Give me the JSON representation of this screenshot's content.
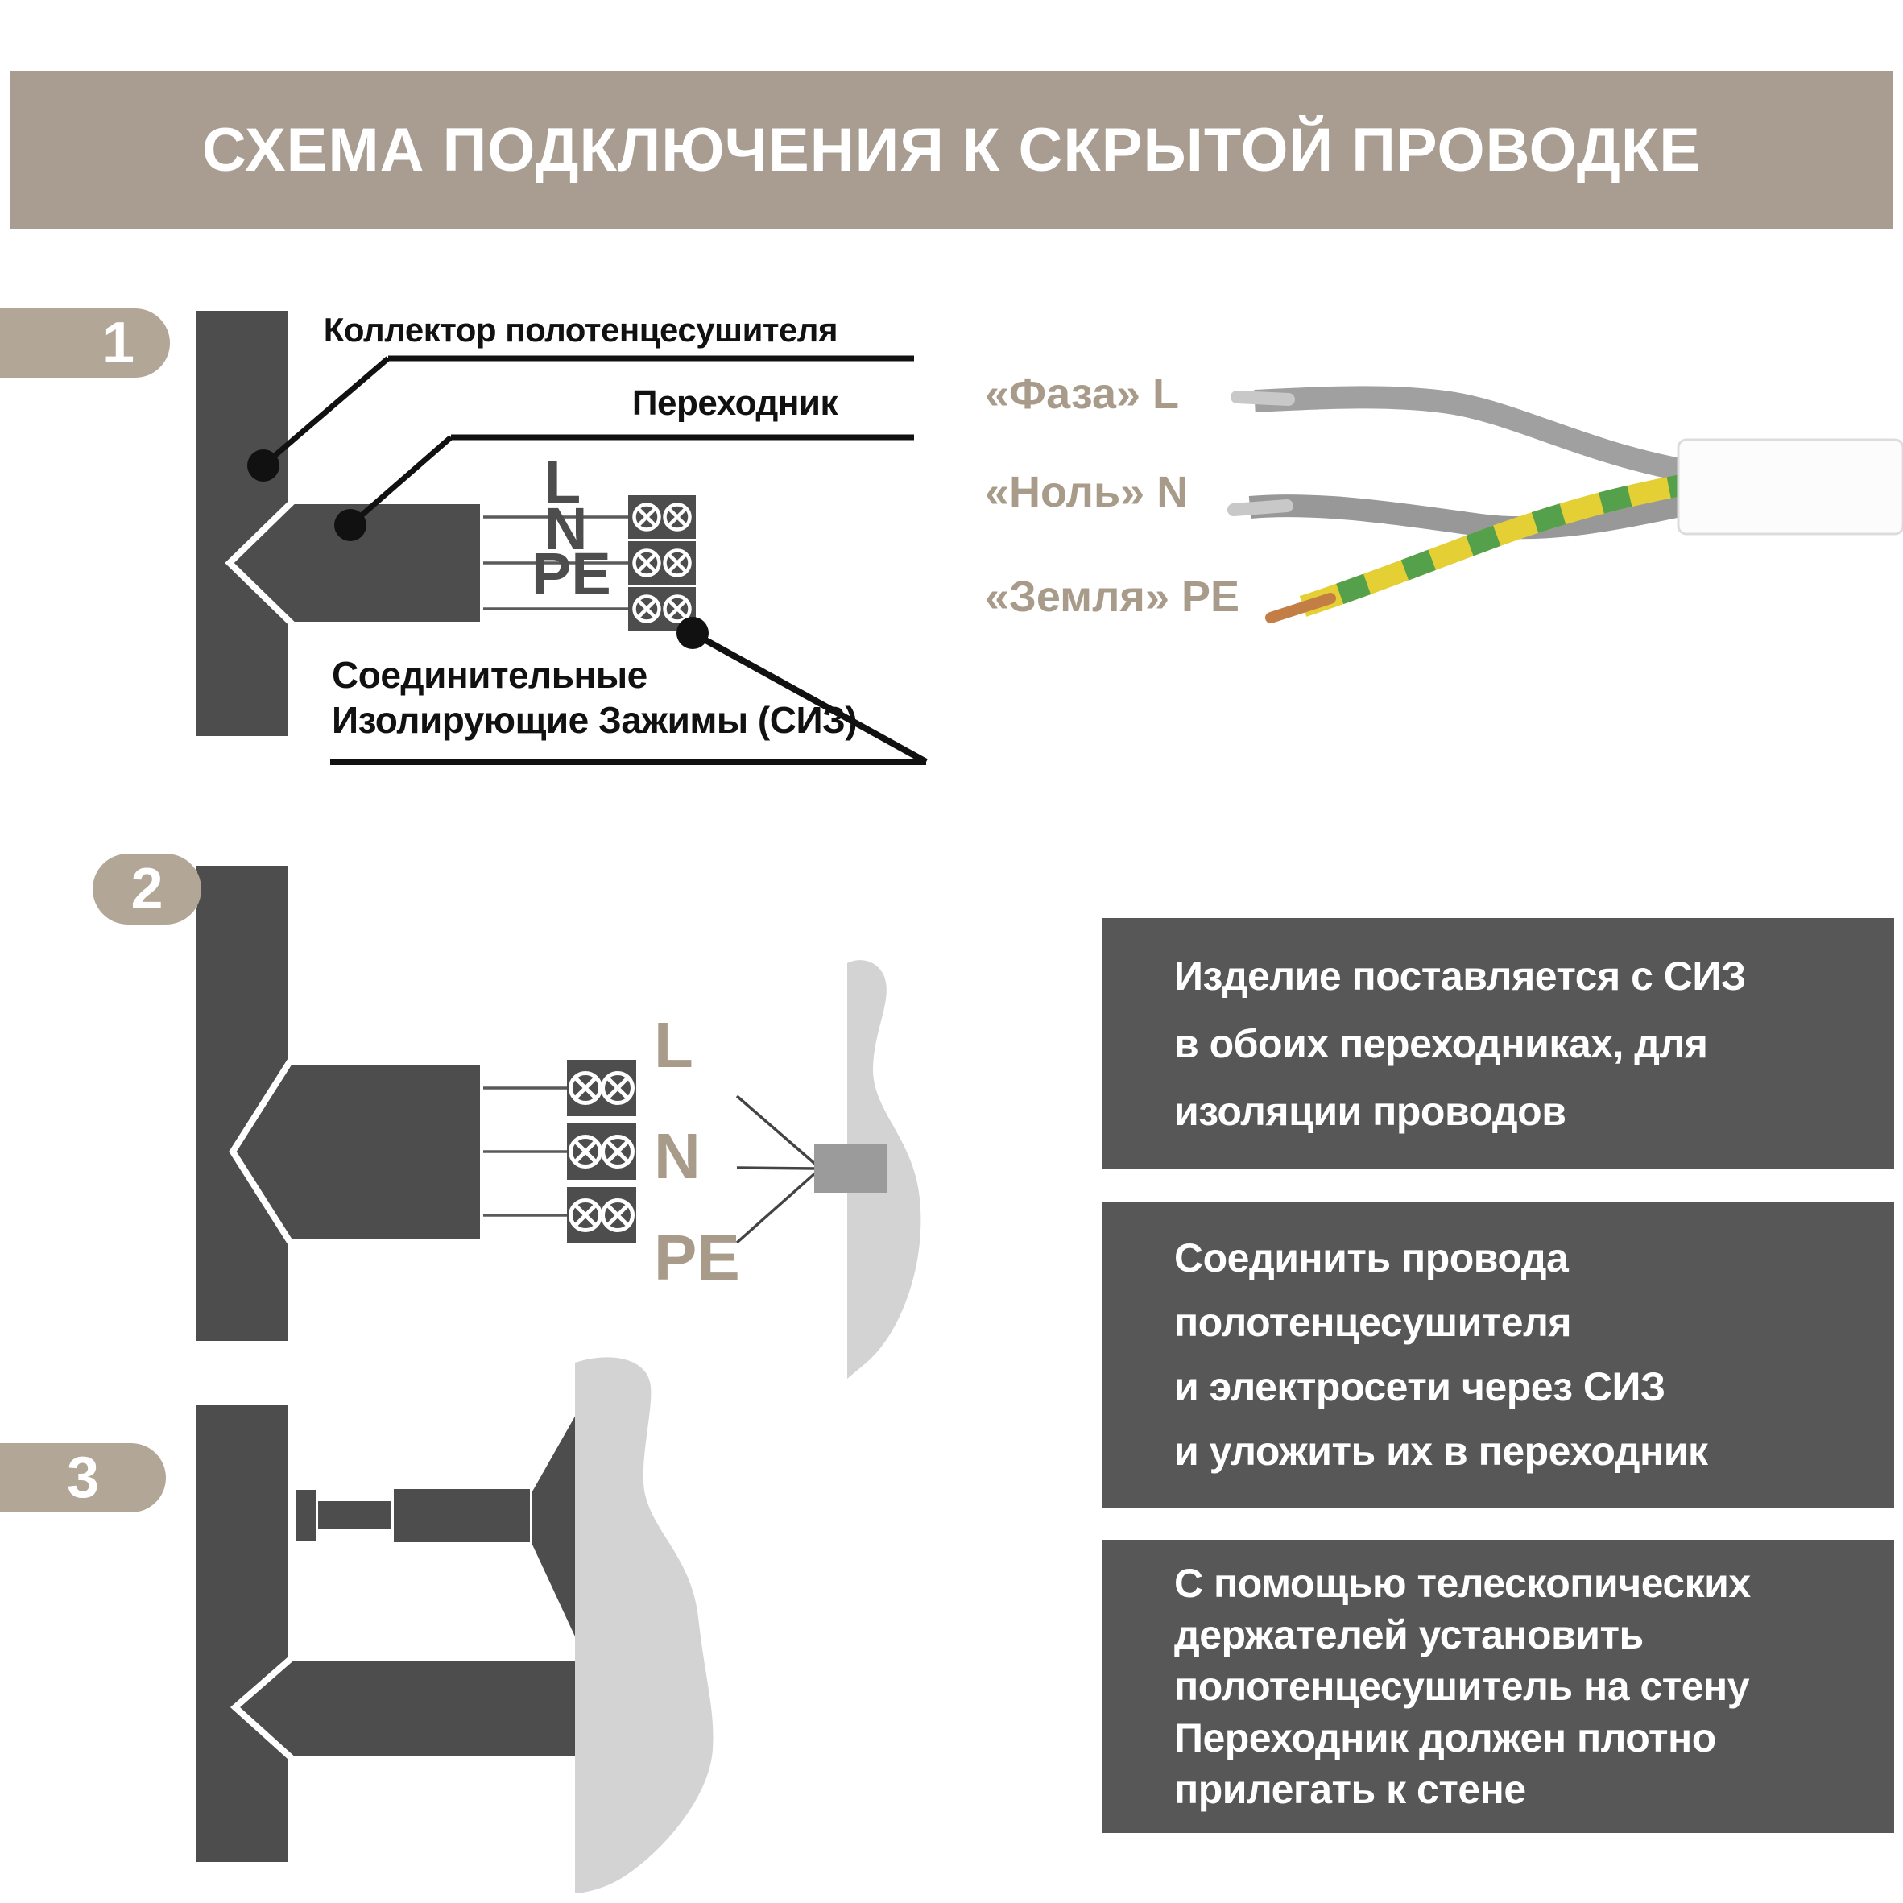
{
  "header": {
    "title": "СХЕМА ПОДКЛЮЧЕНИЯ К СКРЫТОЙ ПРОВОДКЕ"
  },
  "colors": {
    "header_bg": "#a89d90",
    "badge_bg": "#b2a696",
    "taupe_text": "#a89b8a",
    "dark_gray": "#4d4d4d",
    "note_box_bg": "#575757",
    "wall_gray": "#d3d3d3",
    "junction_box_gray": "#9b9b9b",
    "wire_gray": "#9e9e9e",
    "wire_yellow": "#e4cf35",
    "wire_green": "#55a14b",
    "copper_tip": "#c27e44",
    "silver_tip": "#c8c8c8",
    "callout_black": "#111111",
    "text_white": "#ffffff"
  },
  "step1": {
    "badge": "1",
    "callout_collector": "Коллектор полотенцесушителя",
    "callout_adapter": "Переходник",
    "callout_siz": [
      "Соединительные",
      "Изолирующие Зажимы (СИЗ)"
    ],
    "terminals": [
      "L",
      "N",
      "PE"
    ],
    "wire_labels": [
      "«Фаза» L",
      "«Ноль» N",
      "«Земля» PE"
    ]
  },
  "step2": {
    "badge": "2",
    "terminals": [
      "L",
      "N",
      "PE"
    ]
  },
  "step3": {
    "badge": "3"
  },
  "notes": [
    {
      "lines": [
        "Изделие поставляется с СИЗ",
        "в обоих переходниках, для",
        "изоляции проводов"
      ]
    },
    {
      "lines": [
        "Соединить провода",
        "полотенцесушителя",
        "и электросети через СИЗ",
        "и уложить их в переходник"
      ]
    },
    {
      "lines": [
        "С помощью телескопических",
        "держателей установить",
        "полотенцесушитель на стену",
        "Переходник должен плотно",
        "прилегать к стене"
      ]
    }
  ]
}
